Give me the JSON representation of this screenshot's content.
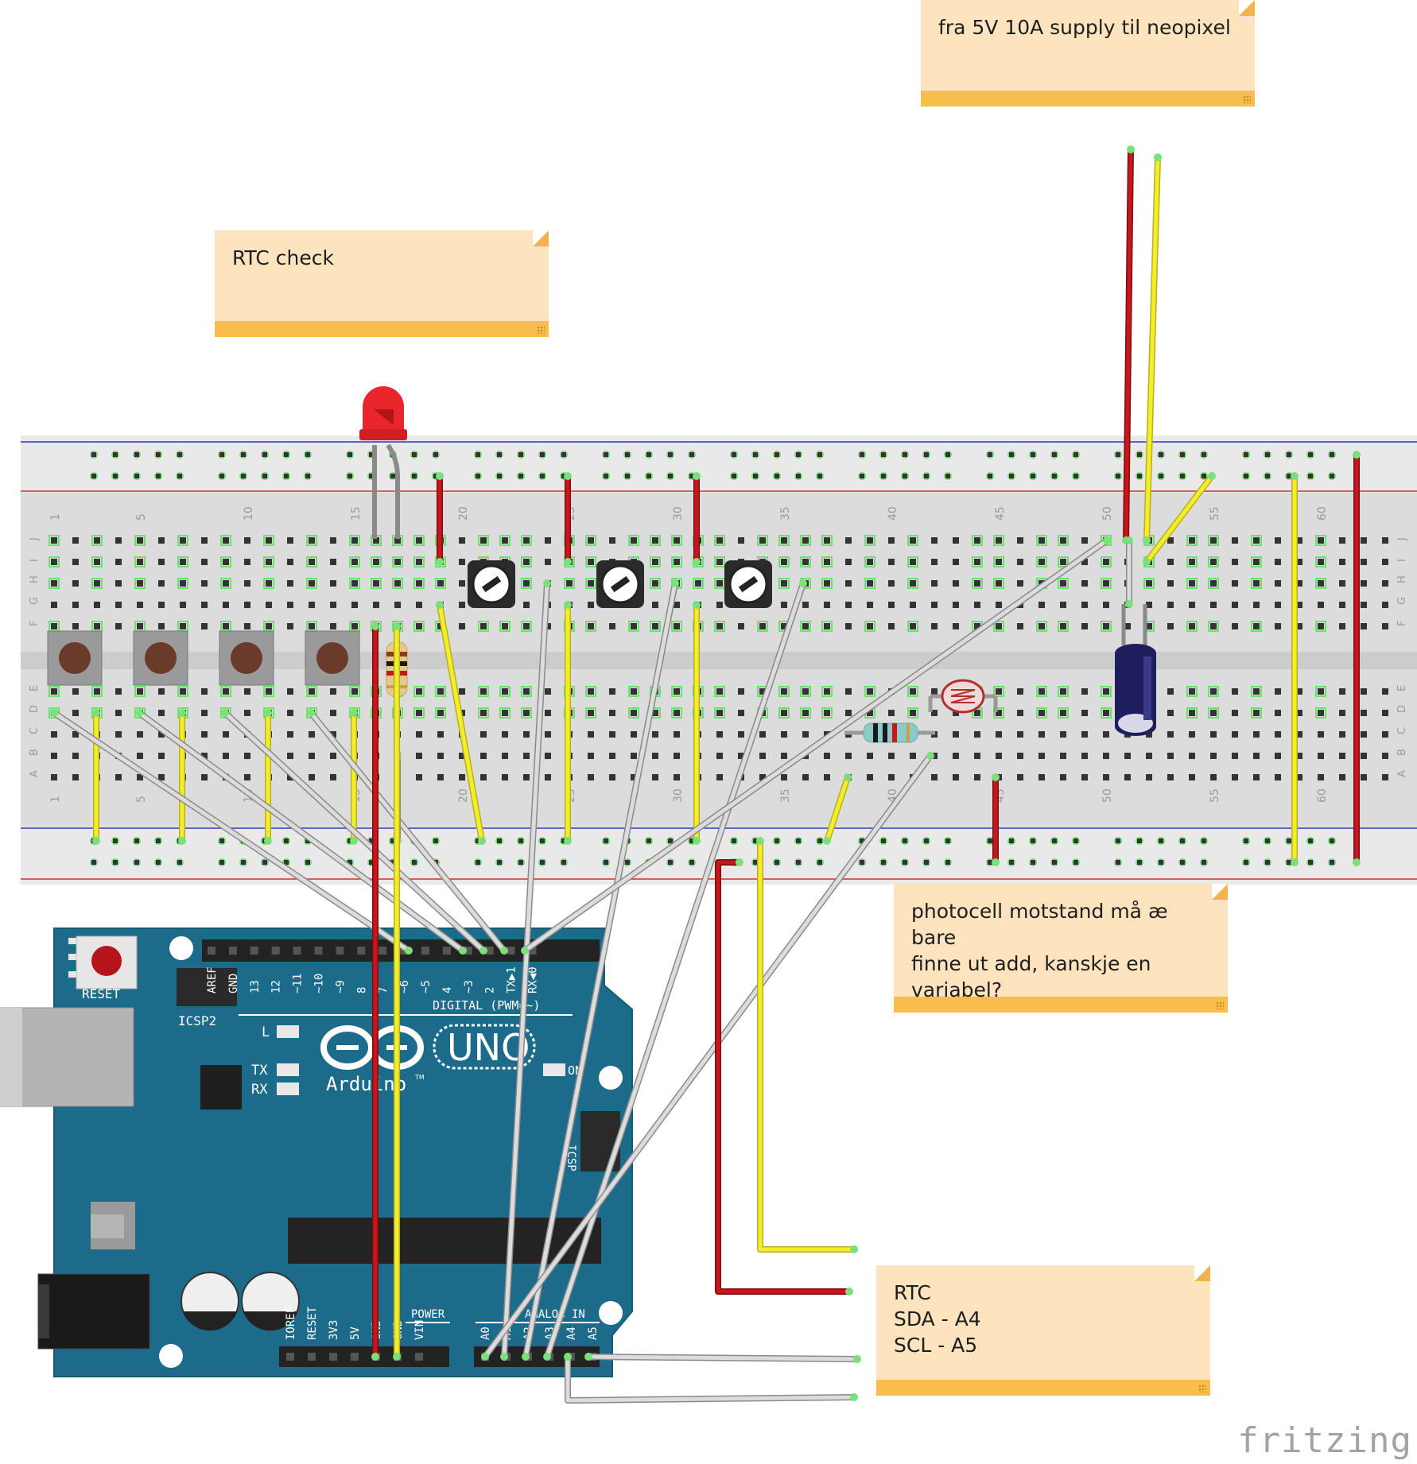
{
  "notes": {
    "supply": "fra 5V 10A supply til neopixel",
    "rtc_check": "RTC check",
    "photocell": "photocell motstand må æ bare\nfinne ut add, kanskje en\nvariabel?",
    "rtc": "RTC\nSDA - A4\nSCL - A5"
  },
  "breadboard": {
    "column_numbers": [
      "1",
      "5",
      "10",
      "15",
      "20",
      "25",
      "30",
      "35",
      "40",
      "45",
      "50",
      "55",
      "60"
    ],
    "row_letters_top": [
      "J",
      "I",
      "H",
      "G",
      "F"
    ],
    "row_letters_bottom": [
      "E",
      "D",
      "C",
      "B",
      "A"
    ]
  },
  "arduino": {
    "reset_label": "RESET",
    "icsp2_label": "ICSP2",
    "icsp_label": "ICSP",
    "logo_text": "Arduino",
    "tm": "TM",
    "model": "UNO",
    "digital_label": "DIGITAL (PWM=~)",
    "power_label": "POWER",
    "analog_label": "ANALOG IN",
    "led_l": "L",
    "led_tx": "TX",
    "led_rx": "RX",
    "led_on": "ON",
    "digital_pins": [
      "AREF",
      "GND",
      "13",
      "12",
      "~11",
      "~10",
      "~9",
      "8",
      "7",
      "~6",
      "~5",
      "4",
      "~3",
      "2",
      "TX▶1",
      "RX◀0"
    ],
    "power_pins": [
      "IOREF",
      "RESET",
      "3V3",
      "5V",
      "GND",
      "GND",
      "VIN"
    ],
    "analog_pins": [
      "A0",
      "A1",
      "A2",
      "A3",
      "A4",
      "A5"
    ]
  },
  "watermark": "fritzing",
  "colors": {
    "wire_red": "#c8161d",
    "wire_yellow": "#f4ee2a",
    "wire_white": "#dcdcdc",
    "arduino_blue": "#1d6b8a",
    "note_bg": "#fde4bf",
    "note_bar": "#f8bd4d",
    "hole_green": "#5fe05f"
  }
}
